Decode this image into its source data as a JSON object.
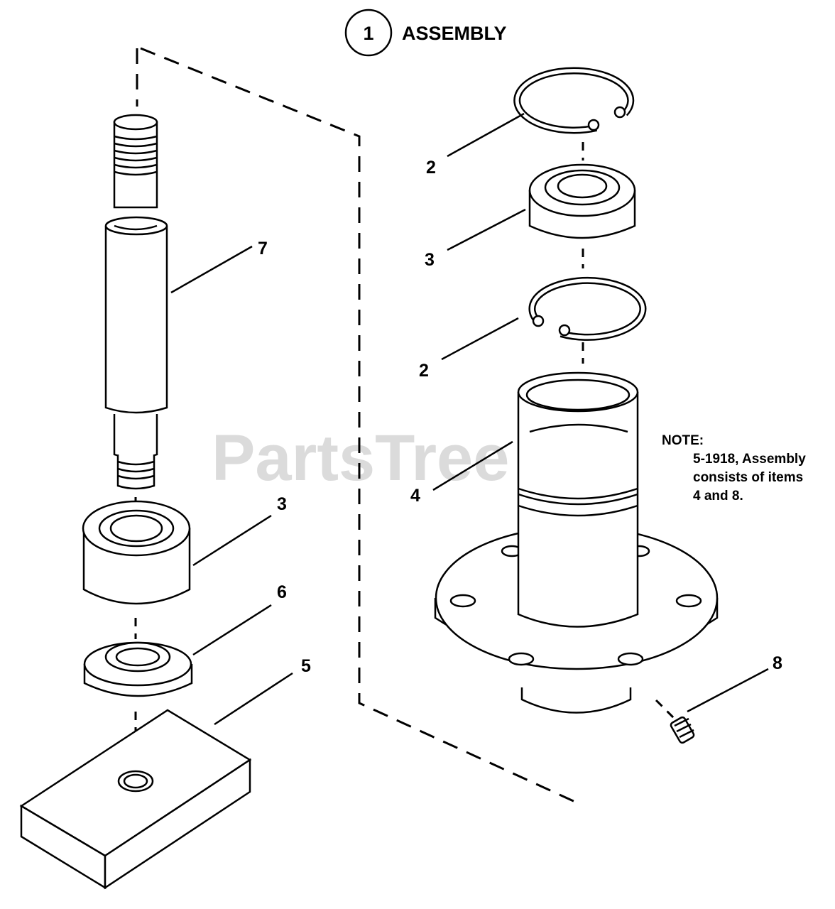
{
  "title": {
    "number": "1",
    "label": "ASSEMBLY"
  },
  "watermark": "PartsTree",
  "note": {
    "heading": "NOTE:",
    "lines": [
      "5-1918, Assembly",
      "consists of items",
      "4 and 8."
    ]
  },
  "callouts": {
    "shaft": "7",
    "bearing_left": "3",
    "spacer": "6",
    "plate": "5",
    "ring_top": "2",
    "bearing_right": "3",
    "ring_bottom": "2",
    "housing": "4",
    "fitting": "8"
  }
}
